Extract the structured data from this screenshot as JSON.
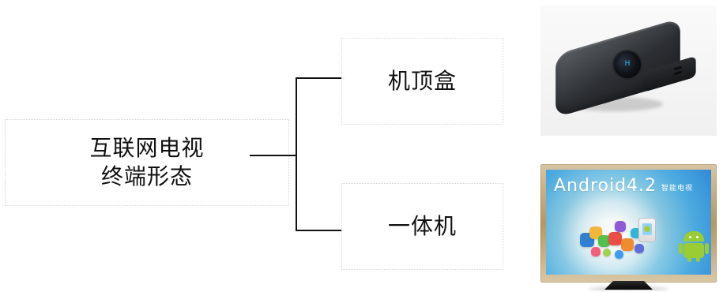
{
  "diagram": {
    "root": {
      "text": "互联网电视\n终端形态"
    },
    "branches": [
      {
        "label": "机顶盒"
      },
      {
        "label": "一体机"
      }
    ]
  },
  "images": {
    "set_top_box": {
      "logo_text": "H"
    },
    "smart_tv": {
      "title": "Android4.2",
      "subtitle": "智能电视"
    }
  }
}
